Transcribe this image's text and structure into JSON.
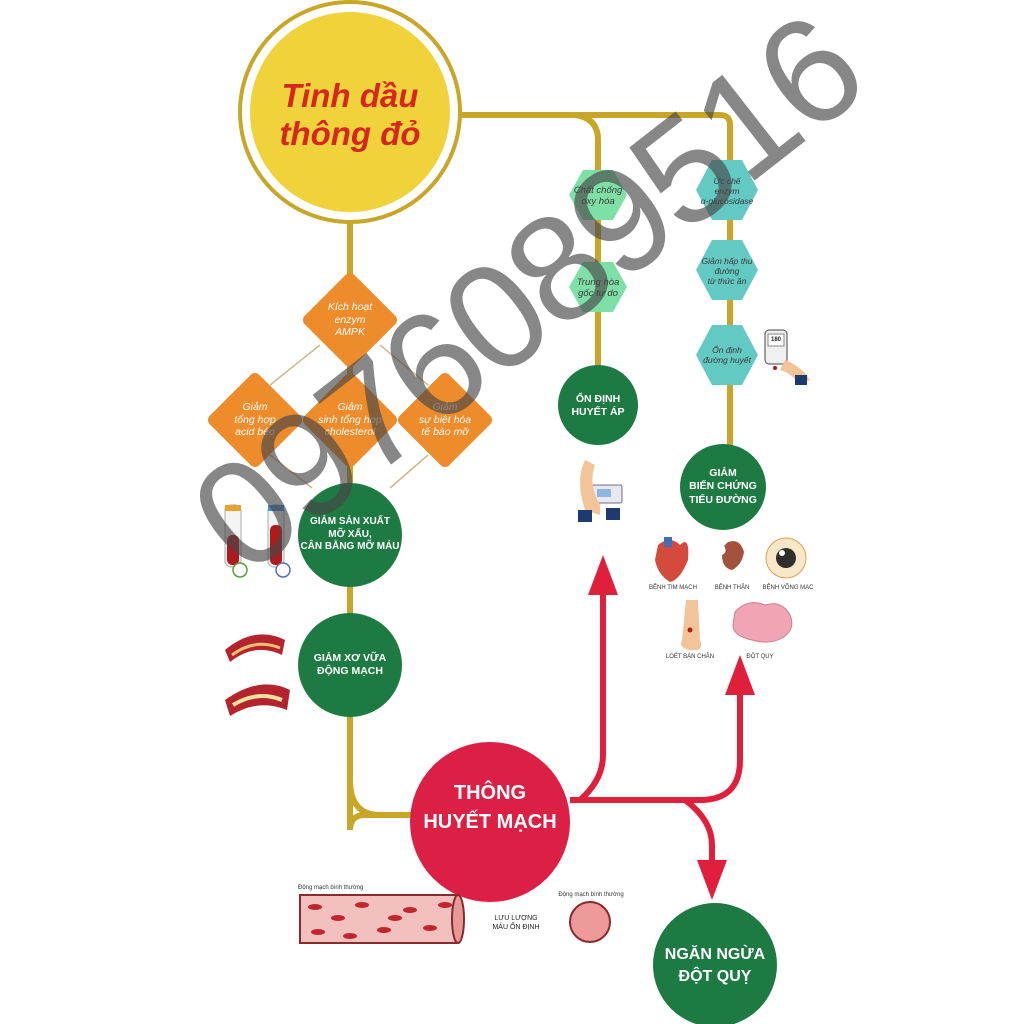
{
  "title": {
    "line1": "Tinh dầu",
    "line2": "thông đỏ"
  },
  "ampk": {
    "line1": "Kích hoạt",
    "line2": "enzym",
    "line3": "AMPK"
  },
  "reduce_acid": {
    "line1": "Giảm",
    "line2": "tổng hợp",
    "line3": "acid béo"
  },
  "reduce_chol": {
    "line1": "Giảm",
    "line2": "sinh tổng hợp",
    "line3": "cholesterol"
  },
  "reduce_fat": {
    "line1": "Giảm",
    "line2": "sự biệt hóa",
    "line3": "tế bào mỡ"
  },
  "fat_balance": {
    "line1": "GIẢM SẢN XUẤT",
    "line2": "MỠ XẤU,",
    "line3": "CÂN BẰNG MỠ MÁU"
  },
  "atherosclerosis": {
    "line1": "GIẢM XƠ VỮA",
    "line2": "ĐỘNG MẠCH"
  },
  "circulation": {
    "line1": "THÔNG",
    "line2": "HUYẾT MẠCH"
  },
  "stroke": {
    "line1": "NGĂN NGỪA",
    "line2": "ĐỘT QUỴ"
  },
  "antioxidant": {
    "line1": "Chất chống",
    "line2": "oxy hóa"
  },
  "free_radical": {
    "line1": "Trung hòa",
    "line2": "gốc tự do"
  },
  "blood_pressure": {
    "line1": "ỔN ĐỊNH",
    "line2": "HUYẾT ÁP"
  },
  "enzyme": {
    "line1": "Ức chế",
    "line2": "enzym",
    "line3": "α-glucosidase"
  },
  "absorb": {
    "line1": "Giảm hấp thu",
    "line2": "đường",
    "line3": "từ thức ăn"
  },
  "blood_sugar": {
    "line1": "Ổn định",
    "line2": "đường huyết"
  },
  "diabetes": {
    "line1": "GIẢM",
    "line2": "BIẾN CHỨNG",
    "line3": "TIỂU ĐƯỜNG"
  },
  "complications": {
    "heart": "BỆNH TIM MẠCH",
    "kidney": "BỆNH THẬN",
    "retina": "BỆNH VÕNG MẠC",
    "foot": "LOÉT BÀN CHÂN",
    "brain": "ĐỘT QUỴ"
  },
  "vessel": {
    "normal_label": "Động mạch bình thường",
    "normal_label2": "Động mạch bình thường",
    "flow_line1": "LƯU LƯỢNG",
    "flow_line2": "MÁU ỔN ĐỊNH"
  },
  "meter_reading": "180",
  "watermark": "0976089516",
  "colors": {
    "gold": "#c8a728",
    "orange": "#ee8b2a",
    "green": "#1e7a43",
    "red": "#e01f3d",
    "teal": "#63c9c3",
    "mint": "#7fe0a7"
  }
}
